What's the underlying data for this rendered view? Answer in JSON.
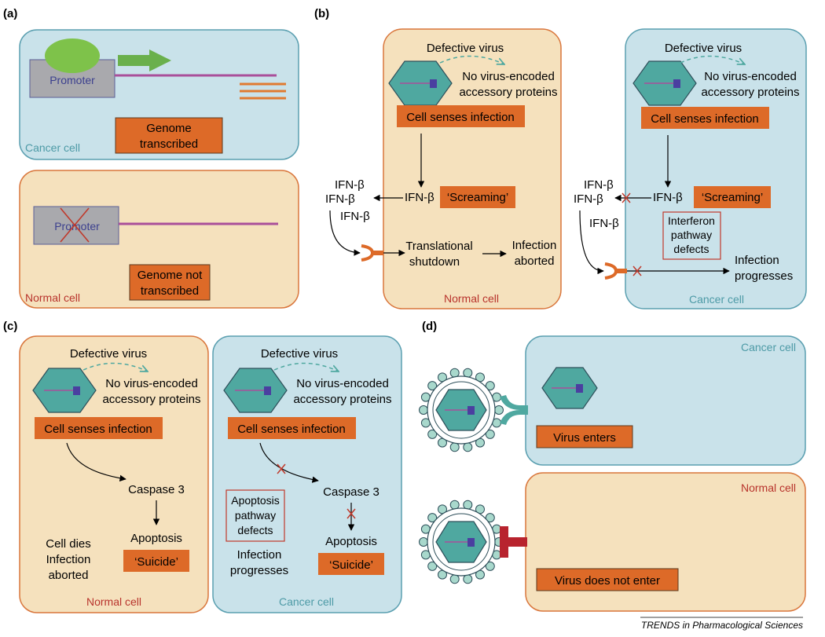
{
  "panel_labels": {
    "a": "(a)",
    "b": "(b)",
    "c": "(c)",
    "d": "(d)"
  },
  "colors": {
    "cancer_fill": "#c9e2ea",
    "cancer_stroke": "#5a9fb0",
    "normal_fill": "#f5e1bd",
    "normal_stroke": "#d9763c",
    "orange_box": "#dd6a28",
    "virus_teal": "#4fa8a0",
    "genome_purple": "#a94f9a",
    "cancer_label": "#4d9aa6",
    "normal_label": "#b8332c",
    "transcript_orange": "#e07a30",
    "arrow_green": "#6ab04c",
    "promoter_factor": "#7ec24a",
    "receptor_teal": "#4fa8a0",
    "block_red": "#b8232e",
    "cross_red": "#c0392b"
  },
  "panel_a": {
    "cancer_cell_label": "Cancer cell",
    "promoter_label": "Promoter",
    "genome_transcribed": [
      "Genome",
      "transcribed"
    ],
    "normal_cell_label": "Normal cell",
    "genome_not_transcribed": [
      "Genome not",
      "transcribed"
    ]
  },
  "panel_b": {
    "defective_virus": "Defective virus",
    "no_accessory": [
      "No virus-encoded",
      "accessory proteins"
    ],
    "cell_senses": "Cell senses infection",
    "ifn": "IFN-β",
    "screaming": "‘Screaming’",
    "translational_shutdown": [
      "Translational",
      "shutdown"
    ],
    "infection_aborted": [
      "Infection",
      "aborted"
    ],
    "normal_cell_label": "Normal cell",
    "interferon_defects": [
      "Interferon",
      "pathway",
      "defects"
    ],
    "infection_progresses": [
      "Infection",
      "progresses"
    ],
    "cancer_cell_label": "Cancer cell"
  },
  "panel_c": {
    "defective_virus": "Defective virus",
    "no_accessory": [
      "No virus-encoded",
      "accessory proteins"
    ],
    "cell_senses": "Cell senses infection",
    "caspase": "Caspase 3",
    "apoptosis": "Apoptosis",
    "suicide": "‘Suicide’",
    "cell_dies": [
      "Cell dies",
      "Infection",
      "aborted"
    ],
    "normal_cell_label": "Normal cell",
    "apoptosis_defects": [
      "Apoptosis",
      "pathway",
      "defects"
    ],
    "infection_progresses": [
      "Infection",
      "progresses"
    ],
    "cancer_cell_label": "Cancer cell"
  },
  "panel_d": {
    "cancer_cell_label": "Cancer cell",
    "virus_enters": "Virus enters",
    "normal_cell_label": "Normal cell",
    "virus_not_enter": "Virus does not enter"
  },
  "footer": "TRENDS in Pharmacological Sciences"
}
